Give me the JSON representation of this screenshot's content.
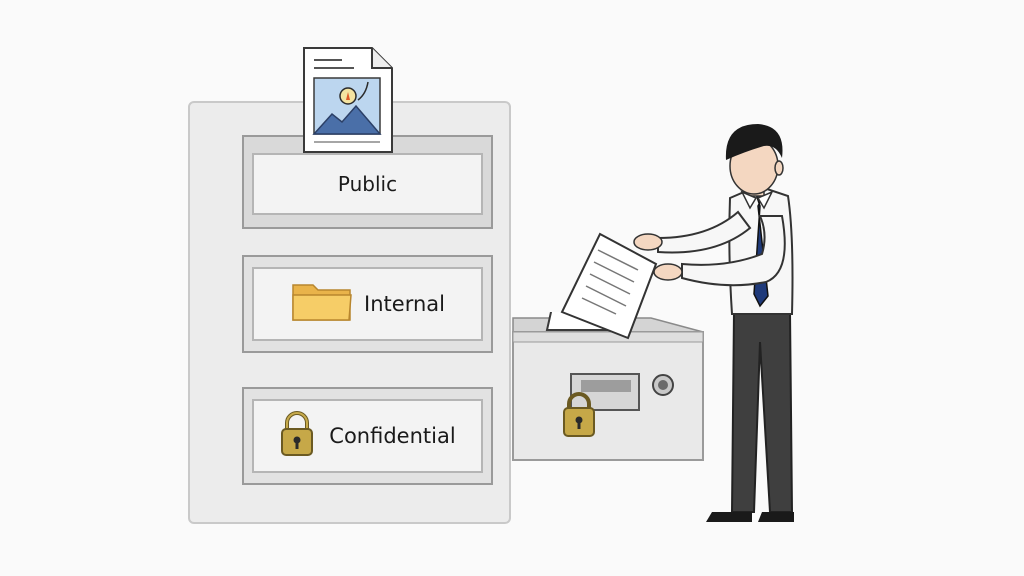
{
  "drawers": [
    {
      "label": "Public",
      "icon": ""
    },
    {
      "label": "Internal",
      "icon": "folder-icon"
    },
    {
      "label": "Confidential",
      "icon": "padlock-icon"
    }
  ],
  "colors": {
    "folder": "#f3c65a",
    "padlock": "#c2a545",
    "cabinet": "#ececec",
    "tie": "#1f3a7a",
    "trousers": "#3d3d3d"
  }
}
